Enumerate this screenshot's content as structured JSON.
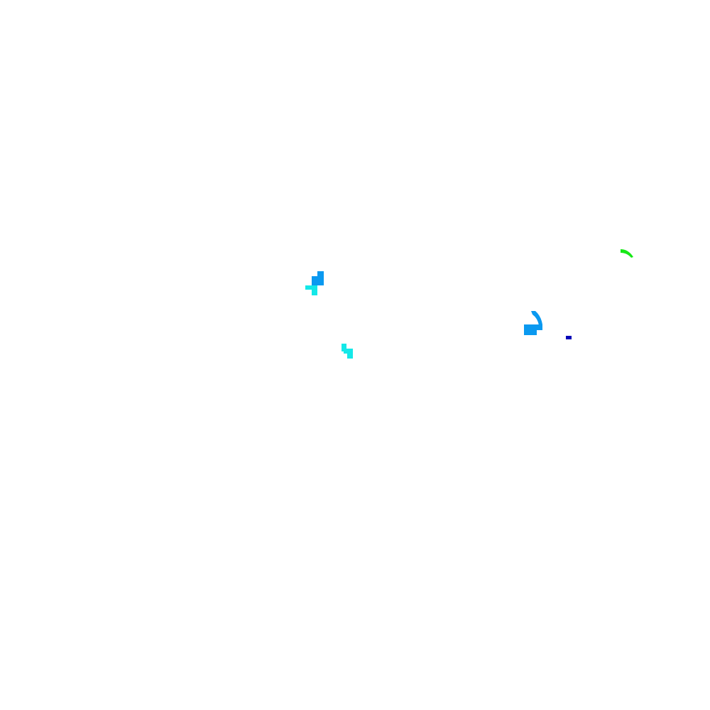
{
  "colors": {
    "background": "#ffffff",
    "azure": "#0a99f0",
    "cyan": "#14e8e8",
    "navy": "#0707b8",
    "green": "#17e817"
  },
  "fragments": [
    {
      "id": "fragment-1",
      "shape": "stepped-block",
      "colors": [
        "azure",
        "cyan"
      ]
    },
    {
      "id": "fragment-2",
      "shape": "stepped-block",
      "colors": [
        "cyan"
      ]
    },
    {
      "id": "fragment-3",
      "shape": "hook",
      "colors": [
        "azure"
      ]
    },
    {
      "id": "fragment-4",
      "shape": "small-block",
      "colors": [
        "navy"
      ]
    },
    {
      "id": "fragment-5",
      "shape": "arc",
      "colors": [
        "green"
      ]
    }
  ]
}
